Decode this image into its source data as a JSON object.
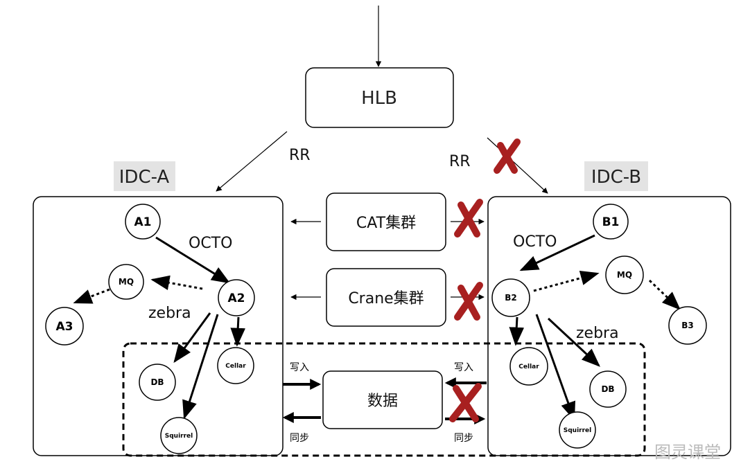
{
  "diagram": {
    "lb": {
      "label": "HLB"
    },
    "rr_left": "RR",
    "rr_right": "RR",
    "idc_a": {
      "tag": "IDC-A",
      "nodes": {
        "a1": "A1",
        "a2": "A2",
        "a3": "A3",
        "mq": "MQ",
        "db": "DB",
        "cellar": "Cellar",
        "squirrel": "Squirrel"
      },
      "edge_labels": {
        "octo": "OCTO",
        "zebra": "zebra"
      }
    },
    "idc_b": {
      "tag": "IDC-B",
      "nodes": {
        "b1": "B1",
        "b2": "B2",
        "b3": "B3",
        "mq": "MQ",
        "db": "DB",
        "cellar": "Cellar",
        "squirrel": "Squirrel"
      },
      "edge_labels": {
        "octo": "OCTO",
        "zebra": "zebra"
      }
    },
    "shared": {
      "cat": "CAT集群",
      "crane": "Crane集群",
      "data": "数据",
      "write_left": "写入",
      "write_right": "写入",
      "sync_left": "同步",
      "sync_right": "同步"
    },
    "watermark": "图灵课堂",
    "colors": {
      "cross": "#a82020",
      "tag_bg": "#e3e3e3",
      "stroke": "#000000"
    }
  }
}
